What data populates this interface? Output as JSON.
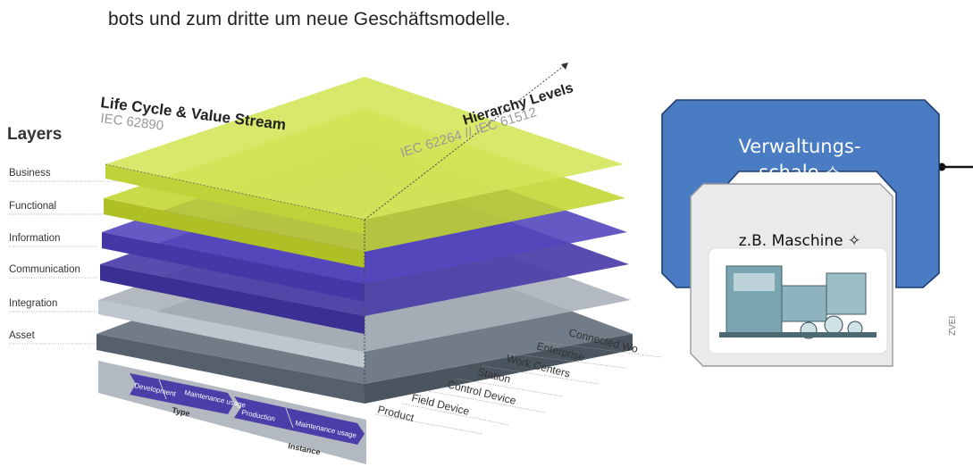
{
  "intro_line": "bots und zum dritte um neue Geschäftsmodelle.",
  "rami": {
    "layers_title": "Layers",
    "layers": [
      "Business",
      "Functional",
      "Information",
      "Communication",
      "Integration",
      "Asset"
    ],
    "lifecycle_title": "Life Cycle & Value Stream",
    "lifecycle_standard": "IEC 62890",
    "hierarchy_title": "Hierarchy Levels",
    "hierarchy_standard": "IEC 62264 // IEC 61512",
    "hierarchy_levels": [
      "Connected Wo",
      "Enterprise",
      "Work Centers",
      "Station",
      "Control Device",
      "Field Device",
      "Product"
    ],
    "lifecycle_steps": {
      "type": {
        "label": "Type",
        "steps": [
          "Development",
          "Maintenance usage"
        ]
      },
      "instance": {
        "label": "Instance",
        "steps": [
          "Production",
          "Maintenance usage"
        ]
      }
    },
    "colors": {
      "green": "#c9dc3a",
      "purple": "#4c3fb3",
      "grey": "#9aa3ad",
      "dark_grey": "#6a7582"
    }
  },
  "aas": {
    "title_line1": "Verwaltungs-",
    "title_line2": "schale ✧",
    "asset_title": "z.B. Maschine ✧",
    "colors": {
      "shell": "#4a7cc4",
      "asset_bg": "#e9eaec"
    }
  },
  "credit": "ZVEI"
}
